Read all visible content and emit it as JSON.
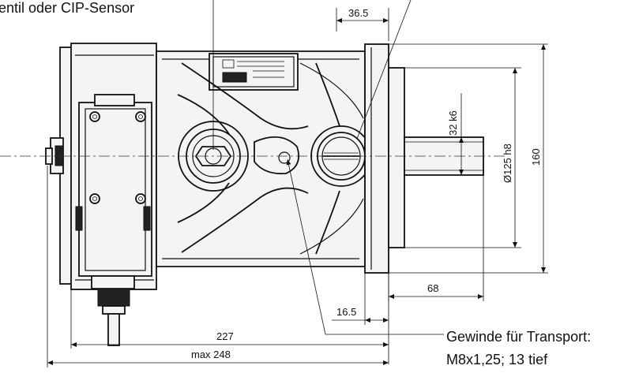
{
  "labels": {
    "top_left_callout": "entil oder CIP-Sensor",
    "bottom_right_callout_line1": "Gewinde für Transport:",
    "bottom_right_callout_line2": "M8x1,25; 13 tief"
  },
  "dimensions": {
    "d_36_5": "36.5",
    "d_32k6": "32 k6",
    "d_125h8": "Ø125 h8",
    "d_160": "160",
    "d_68": "68",
    "d_16_5": "16.5",
    "d_227": "227",
    "d_max248": "max 248"
  }
}
